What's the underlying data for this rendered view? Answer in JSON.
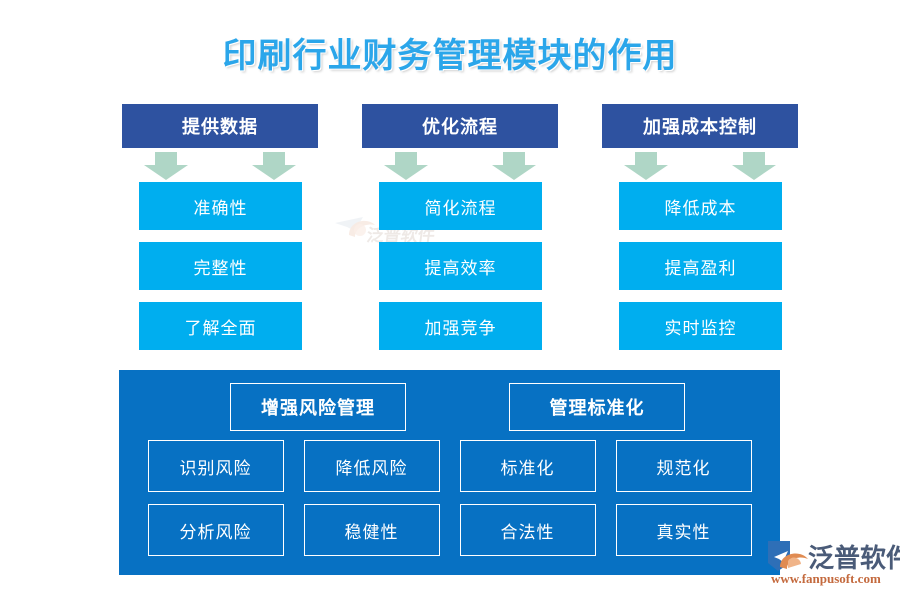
{
  "title": "印刷行业财务管理模块的作用",
  "colors": {
    "title_blue": "#2BA6EA",
    "header_dark_blue": "#2E52A0",
    "item_cyan": "#00AEEF",
    "arrow_green": "#AFD6C6",
    "panel_blue": "#0771C3",
    "logo_text": "#4A5B78",
    "logo_url": "#C46A3E",
    "background": "#FFFFFF"
  },
  "columns": [
    {
      "header": "提供数据",
      "items": [
        "准确性",
        "完整性",
        "了解全面"
      ]
    },
    {
      "header": "优化流程",
      "items": [
        "简化流程",
        "提高效率",
        "加强竞争"
      ]
    },
    {
      "header": "加强成本控制",
      "items": [
        "降低成本",
        "提高盈利",
        "实时监控"
      ]
    }
  ],
  "bottom_panel": {
    "headers": [
      "增强风险管理",
      "管理标准化"
    ],
    "rows": [
      [
        "识别风险",
        "降低风险",
        "标准化",
        "规范化"
      ],
      [
        "分析风险",
        "稳健性",
        "合法性",
        "真实性"
      ]
    ]
  },
  "watermark": {
    "text": "泛普软件"
  },
  "logo": {
    "name": "泛普软件",
    "url": "www.fanpusoft.com"
  }
}
